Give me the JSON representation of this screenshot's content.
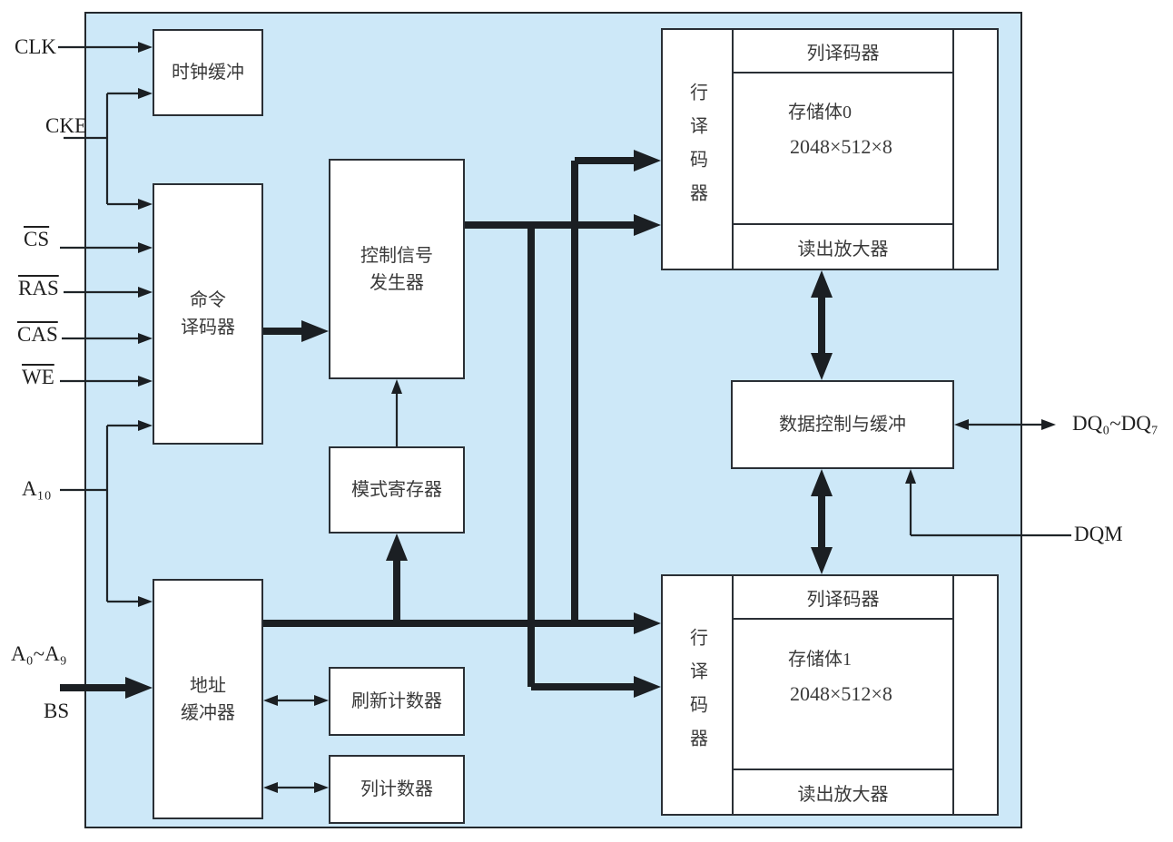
{
  "colors": {
    "panel_background": "#cde8f8",
    "line": "#1b1f23",
    "box_border": "#2a2f35",
    "text": "#3a3a3a"
  },
  "signals": {
    "clk": "CLK",
    "cke": "CKE",
    "cs": "CS",
    "ras": "RAS",
    "cas": "CAS",
    "we": "WE",
    "a10": "A₁₀",
    "a0_a9": "A₀~A₉",
    "bs": "BS",
    "dq": "DQ₀~DQ₇",
    "dqm": "DQM"
  },
  "blocks": {
    "clock_buffer": {
      "label": "时钟缓冲"
    },
    "command_decoder": {
      "line1": "命令",
      "line2": "译码器"
    },
    "control_signal_generator": {
      "line1": "控制信号",
      "line2": "发生器"
    },
    "mode_register": {
      "label": "模式寄存器"
    },
    "address_buffer": {
      "line1": "地址",
      "line2": "缓冲器"
    },
    "refresh_counter": {
      "label": "刷新计数器"
    },
    "column_counter": {
      "label": "列计数器"
    },
    "data_control_buffer": {
      "label": "数据控制与缓冲"
    },
    "bank0": {
      "row_decoder": "行译码器",
      "column_decoder": "列译码器",
      "title": "存储体0",
      "capacity": "2048×512×8",
      "sense_amplifier": "读出放大器"
    },
    "bank1": {
      "row_decoder": "行译码器",
      "column_decoder": "列译码器",
      "title": "存储体1",
      "capacity": "2048×512×8",
      "sense_amplifier": "读出放大器"
    }
  }
}
